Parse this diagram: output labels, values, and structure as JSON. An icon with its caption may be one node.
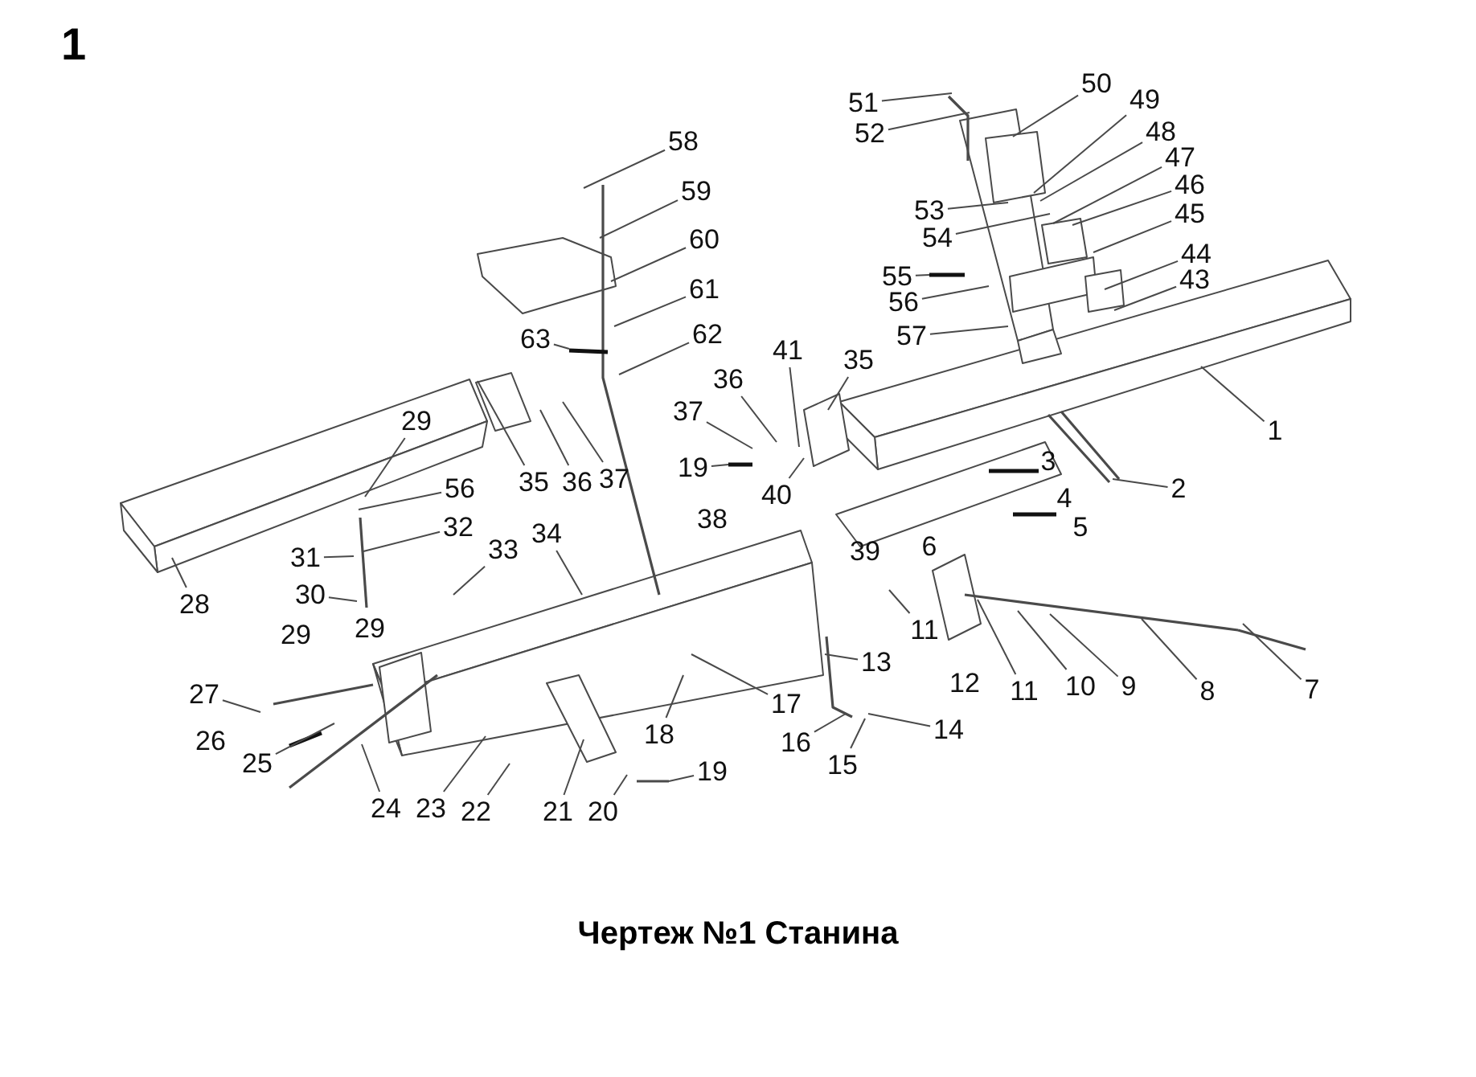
{
  "diagram": {
    "title": "1",
    "caption": "Чертеж №1 Станина",
    "nodes": [
      {
        "text": [
          "50"
        ]
      },
      {
        "text": [
          "51"
        ]
      },
      {
        "text": [
          "49"
        ]
      },
      {
        "text": [
          "52"
        ]
      },
      {
        "text": [
          "48"
        ]
      },
      {
        "text": [
          "58"
        ]
      },
      {
        "text": [
          "47"
        ]
      },
      {
        "text": [
          "46"
        ]
      },
      {
        "text": [
          "59"
        ]
      },
      {
        "text": [
          "53"
        ]
      },
      {
        "text": [
          "45"
        ]
      },
      {
        "text": [
          "54"
        ]
      },
      {
        "text": [
          "60"
        ]
      },
      {
        "text": [
          "44"
        ]
      },
      {
        "text": [
          "55"
        ]
      },
      {
        "text": [
          "43"
        ]
      },
      {
        "text": [
          "61"
        ]
      },
      {
        "text": [
          "56"
        ]
      },
      {
        "text": [
          "62"
        ]
      },
      {
        "text": [
          "57"
        ]
      },
      {
        "text": [
          "63"
        ]
      },
      {
        "text": [
          "41"
        ]
      },
      {
        "text": [
          "35"
        ]
      },
      {
        "text": [
          "36"
        ]
      },
      {
        "text": [
          "37"
        ]
      },
      {
        "text": [
          "29"
        ]
      },
      {
        "text": [
          "1"
        ]
      },
      {
        "text": [
          "3"
        ]
      },
      {
        "text": [
          "19"
        ]
      },
      {
        "text": [
          "37"
        ]
      },
      {
        "text": [
          "35"
        ]
      },
      {
        "text": [
          "36"
        ]
      },
      {
        "text": [
          "56"
        ]
      },
      {
        "text": [
          "2"
        ]
      },
      {
        "text": [
          "40"
        ]
      },
      {
        "text": [
          "4"
        ]
      },
      {
        "text": [
          "32"
        ]
      },
      {
        "text": [
          "34"
        ]
      },
      {
        "text": [
          "33"
        ]
      },
      {
        "text": [
          "31"
        ]
      },
      {
        "text": [
          "30"
        ]
      },
      {
        "text": [
          "28"
        ]
      },
      {
        "text": [
          "11"
        ]
      },
      {
        "text": [
          "13"
        ]
      },
      {
        "text": [
          "11"
        ]
      },
      {
        "text": [
          "10"
        ]
      },
      {
        "text": [
          "9"
        ]
      },
      {
        "text": [
          "8"
        ]
      },
      {
        "text": [
          "7"
        ]
      },
      {
        "text": [
          "27"
        ]
      },
      {
        "text": [
          "17"
        ]
      },
      {
        "text": [
          "14"
        ]
      },
      {
        "text": [
          "18"
        ]
      },
      {
        "text": [
          "16"
        ]
      },
      {
        "text": [
          "25"
        ]
      },
      {
        "text": [
          "15"
        ]
      },
      {
        "text": [
          "19"
        ]
      },
      {
        "text": [
          "24"
        ]
      },
      {
        "text": [
          "23"
        ]
      },
      {
        "text": [
          "22"
        ]
      },
      {
        "text": [
          "21"
        ]
      },
      {
        "text": [
          "20"
        ]
      }
    ],
    "edges": [
      {
        "from": 0,
        "to": null,
        "arrow": "none"
      },
      {
        "from": 1,
        "to": null,
        "arrow": "none"
      },
      {
        "from": 2,
        "to": null,
        "arrow": "none"
      },
      {
        "from": 3,
        "to": null,
        "arrow": "none"
      },
      {
        "from": 4,
        "to": null,
        "arrow": "none"
      },
      {
        "from": 5,
        "to": null,
        "arrow": "none"
      },
      {
        "from": 6,
        "to": null,
        "arrow": "none"
      },
      {
        "from": 7,
        "to": null,
        "arrow": "none"
      },
      {
        "from": 8,
        "to": null,
        "arrow": "none"
      },
      {
        "from": 9,
        "to": null,
        "arrow": "none"
      },
      {
        "from": 10,
        "to": null,
        "arrow": "none"
      },
      {
        "from": 11,
        "to": null,
        "arrow": "none"
      },
      {
        "from": 12,
        "to": null,
        "arrow": "none"
      },
      {
        "from": 13,
        "to": null,
        "arrow": "none"
      },
      {
        "from": 14,
        "to": null,
        "arrow": "none"
      },
      {
        "from": 15,
        "to": null,
        "arrow": "none"
      },
      {
        "from": 16,
        "to": null,
        "arrow": "none"
      },
      {
        "from": 17,
        "to": null,
        "arrow": "none"
      },
      {
        "from": 18,
        "to": null,
        "arrow": "none"
      },
      {
        "from": 19,
        "to": null,
        "arrow": "none"
      },
      {
        "from": 20,
        "to": null,
        "arrow": "none"
      },
      {
        "from": 21,
        "to": null,
        "arrow": "none"
      },
      {
        "from": 22,
        "to": null,
        "arrow": "none"
      },
      {
        "from": 23,
        "to": null,
        "arrow": "none"
      },
      {
        "from": 24,
        "to": null,
        "arrow": "none"
      },
      {
        "from": 25,
        "to": null,
        "arrow": "none"
      },
      {
        "from": 26,
        "to": null,
        "arrow": "none"
      },
      {
        "from": 27,
        "to": null,
        "arrow": "none"
      },
      {
        "from": 28,
        "to": null,
        "arrow": "none"
      },
      {
        "from": 29,
        "to": null,
        "arrow": "none"
      },
      {
        "from": 30,
        "to": null,
        "arrow": "none"
      },
      {
        "from": 31,
        "to": null,
        "arrow": "none"
      },
      {
        "from": 32,
        "to": null,
        "arrow": "none"
      },
      {
        "from": 33,
        "to": null,
        "arrow": "none"
      },
      {
        "from": 34,
        "to": null,
        "arrow": "none"
      },
      {
        "from": 35,
        "to": null,
        "arrow": "none"
      },
      {
        "from": 36,
        "to": null,
        "arrow": "none"
      },
      {
        "from": 37,
        "to": null,
        "arrow": "none"
      },
      {
        "from": 38,
        "to": null,
        "arrow": "none"
      },
      {
        "from": 39,
        "to": null,
        "arrow": "none"
      },
      {
        "from": 40,
        "to": null,
        "arrow": "none"
      },
      {
        "from": 41,
        "to": null,
        "arrow": "none"
      },
      {
        "from": 42,
        "to": null,
        "arrow": "none"
      },
      {
        "from": 43,
        "to": null,
        "arrow": "none"
      },
      {
        "from": 44,
        "to": null,
        "arrow": "none"
      },
      {
        "from": 45,
        "to": null,
        "arrow": "none"
      },
      {
        "from": 46,
        "to": null,
        "arrow": "none"
      },
      {
        "from": 47,
        "to": null,
        "arrow": "none"
      },
      {
        "from": 48,
        "to": null,
        "arrow": "none"
      },
      {
        "from": 49,
        "to": null,
        "arrow": "none"
      },
      {
        "from": 50,
        "to": null,
        "arrow": "none"
      },
      {
        "from": 51,
        "to": null,
        "arrow": "none"
      },
      {
        "from": 52,
        "to": null,
        "arrow": "none"
      },
      {
        "from": 53,
        "to": null,
        "arrow": "none"
      },
      {
        "from": 54,
        "to": null,
        "arrow": "none"
      },
      {
        "from": 55,
        "to": null,
        "arrow": "none"
      },
      {
        "from": 56,
        "to": null,
        "arrow": "none"
      },
      {
        "from": 57,
        "to": null,
        "arrow": "none"
      },
      {
        "from": 58,
        "to": null,
        "arrow": "none"
      },
      {
        "from": 59,
        "to": null,
        "arrow": "none"
      },
      {
        "from": 60,
        "to": null,
        "arrow": "none"
      },
      {
        "from": 61,
        "to": null,
        "arrow": "none"
      }
    ],
    "labels": [
      "38",
      "5",
      "6",
      "39",
      "29",
      "29",
      "12",
      "26"
    ]
  }
}
